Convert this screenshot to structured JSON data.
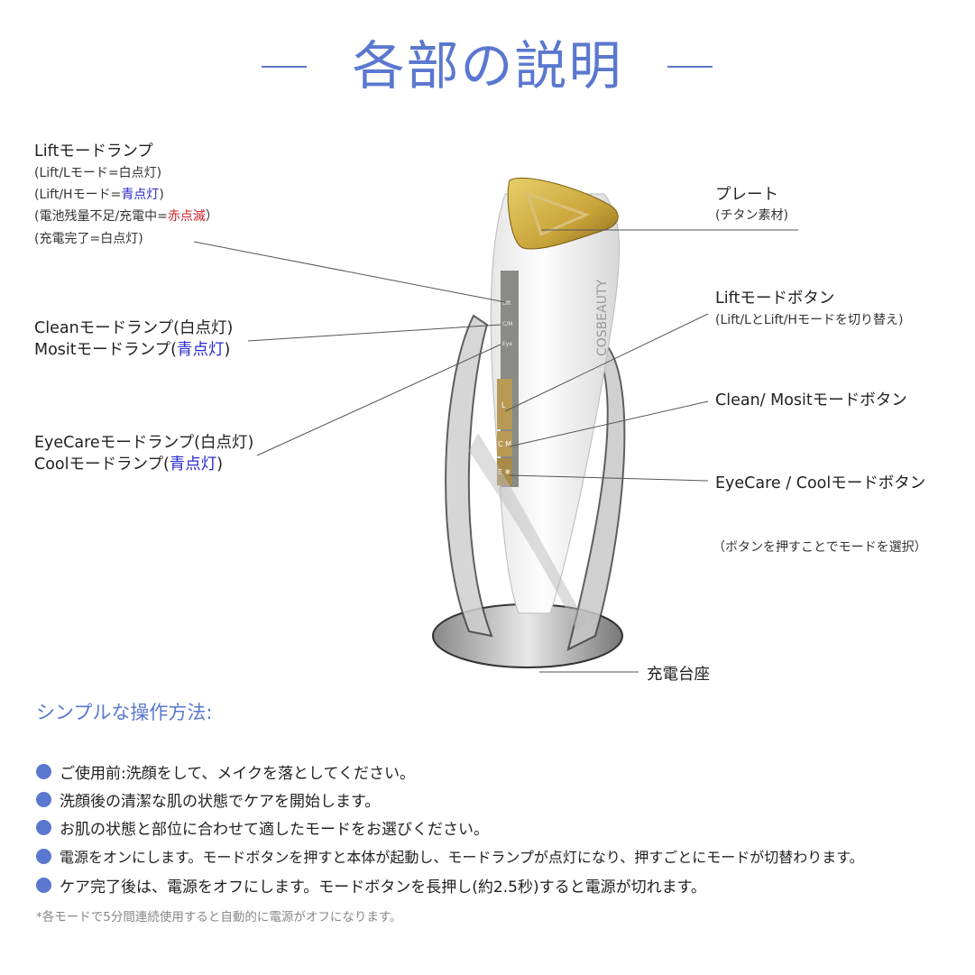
{
  "title": "各部の説明",
  "accent_color": "#5a78cf",
  "device": {
    "brand": "COSBEAUTY",
    "lamp_labels": [
      "Lift",
      "C/M",
      "Eye"
    ],
    "button_labels": [
      "L",
      "C M",
      "E ❄"
    ]
  },
  "callouts_left": {
    "lift_lamp": {
      "title": "Liftモードランプ",
      "l1": "(Lift/Lモード=白点灯)",
      "l2_pre": "(Lift/Hモード=",
      "l2_color": "青点灯",
      "l2_post": ")",
      "l3_pre": "(電池残量不足/充電中=",
      "l3_color": "赤点滅",
      "l3_post": "）",
      "l4": "(充電完了=白点灯)"
    },
    "clean_lamp": {
      "line1": "Cleanモードランプ(白点灯)",
      "line2_pre": "Mositモードランプ(",
      "line2_color": "青点灯",
      "line2_post": ")"
    },
    "eyecare_lamp": {
      "line1": "EyeCareモードランプ(白点灯)",
      "line2_pre": "Coolモードランプ(",
      "line2_color": "青点灯",
      "line2_post": ")"
    }
  },
  "callouts_right": {
    "plate": {
      "title": "プレート",
      "sub": "(チタン素材)"
    },
    "lift_button": {
      "title": "Liftモードボタン",
      "sub": "(Lift/LとLift/Hモードを切り替え)"
    },
    "clean_button": {
      "title": "Clean/ Mositモードボタン"
    },
    "eyecare_button": {
      "title": "EyeCare / Coolモードボタン"
    },
    "note": "（ボタンを押すことでモードを選択）",
    "base": "充電台座"
  },
  "section_title": "シンプルな操作方法:",
  "steps": [
    "ご使用前:洗顔をして、メイクを落としてください。",
    "洗顔後の清潔な肌の状態でケアを開始します。",
    "お肌の状態と部位に合わせて適したモードをお選びください。",
    "電源をオンにします。モードボタンを押すと本体が起動し、モードランプが点灯になり、押すごとにモードが切替わります。",
    "ケア完了後は、電源をオフにします。モードボタンを長押し(約2.5秒)すると電源が切れます。"
  ],
  "footnote": "*各モードで5分間連続使用すると自動的に電源がオフになります。"
}
